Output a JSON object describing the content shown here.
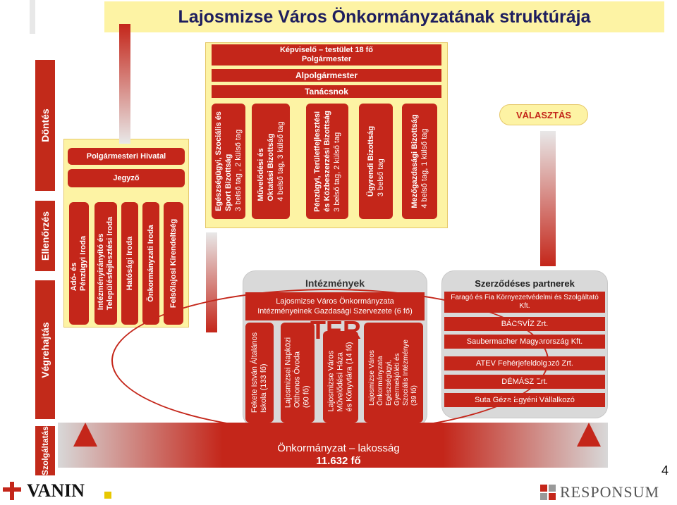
{
  "title": "Lajosmizse Város Önkormányzatának struktúrája",
  "side_labels": {
    "dontes": "Döntés",
    "ellenorzes": "Ellenőrzés",
    "vegrehajtas": "Végrehajtás",
    "szolgaltatas": "Szolgáltatás"
  },
  "council": {
    "line1": "Képviselő – testület 18 fő",
    "line2": "Polgármester",
    "alpolgarmester": "Alpolgármester",
    "tanacsnok": "Tanácsnok"
  },
  "committees": [
    {
      "l1": "Egészségügyi, Szociális és",
      "l2": "Sport Bizottság",
      "l3": "3 belső tag , 2 külső tag"
    },
    {
      "l1": "Művelődési és",
      "l2": "Oktatási Bizottság",
      "l3": "4 belső tag, 3 külső tag"
    },
    {
      "l1": "Pénzügyi, Területfejlesztési",
      "l2": "és Közbeszerzési Bizottság",
      "l3": "3 belső tag, 2 külső tag"
    },
    {
      "l1": "Ügyrendi Bizottság",
      "l2": "3 belső tag",
      "l3": ""
    },
    {
      "l1": "Mezőgazdasági Bizottság",
      "l2": "4 belső tag, 1 külső tag",
      "l3": ""
    }
  ],
  "valasztas": "VÁLASZTÁS",
  "office": {
    "hivatal": "Polgármesteri Hivatal",
    "jegyzo": "Jegyző",
    "departments": [
      {
        "l1": "Adó- és",
        "l2": "Pénzügyi Iroda"
      },
      {
        "l1": "Intézményirányító és",
        "l2": "Településfejlesztési Iroda"
      },
      {
        "l1": "Hatósági Iroda",
        "l2": ""
      },
      {
        "l1": "Önkormányzati Iroda",
        "l2": ""
      },
      {
        "l1": "Felsőlajosi Kirendeltség",
        "l2": ""
      }
    ]
  },
  "institutions": {
    "title": "Intézmények",
    "header_l1": "Lajosmizse Város Önkormányzata",
    "header_l2": "Intézményeinek Gazdasági Szervezete (6 fő)",
    "ter": "TÉR",
    "items": [
      {
        "l1": "Fekete István Általános",
        "l2": "Iskola (133 fő)",
        "l3": "",
        "l4": ""
      },
      {
        "l1": "Lajosmizsei Napközi",
        "l2": "Otthonos Óvoda",
        "l3": "(60 fő)",
        "l4": ""
      },
      {
        "l1": "Lajosmizse Város",
        "l2": "Művelődési Háza",
        "l3": "és Könyvtára (14 fő)",
        "l4": ""
      },
      {
        "l1": "Lajosmizse Város",
        "l2": "Önkormányzata",
        "l3": "Egészségügyi,",
        "l4": "Gyermekjóléti és",
        "l5": "Szociális Intézménye",
        "l6": "(39 fő)"
      }
    ]
  },
  "partners": {
    "title": "Szerződéses partnerek",
    "items": [
      "Faragó és Fia Környezetvédelmi és Szolgáltató Kft.",
      "BÁCSVÍZ Zrt.",
      "Saubermacher Magyarország Kft.",
      "ATEV Fehérjefeldolgozó Zrt.",
      "DÉMÁSZ Zrt.",
      "Suta Géza Egyéni Vállalkozó"
    ]
  },
  "bottom": {
    "line1": "Önkormányzat – lakosság",
    "line2": "11.632 fő"
  },
  "page_number": "4",
  "logos": {
    "vanin": "VANIN",
    "responsum": "RESPONSUM"
  },
  "colors": {
    "red": "#c4261a",
    "yellow": "#fdf3a4",
    "title_text": "#1d1d5e"
  }
}
